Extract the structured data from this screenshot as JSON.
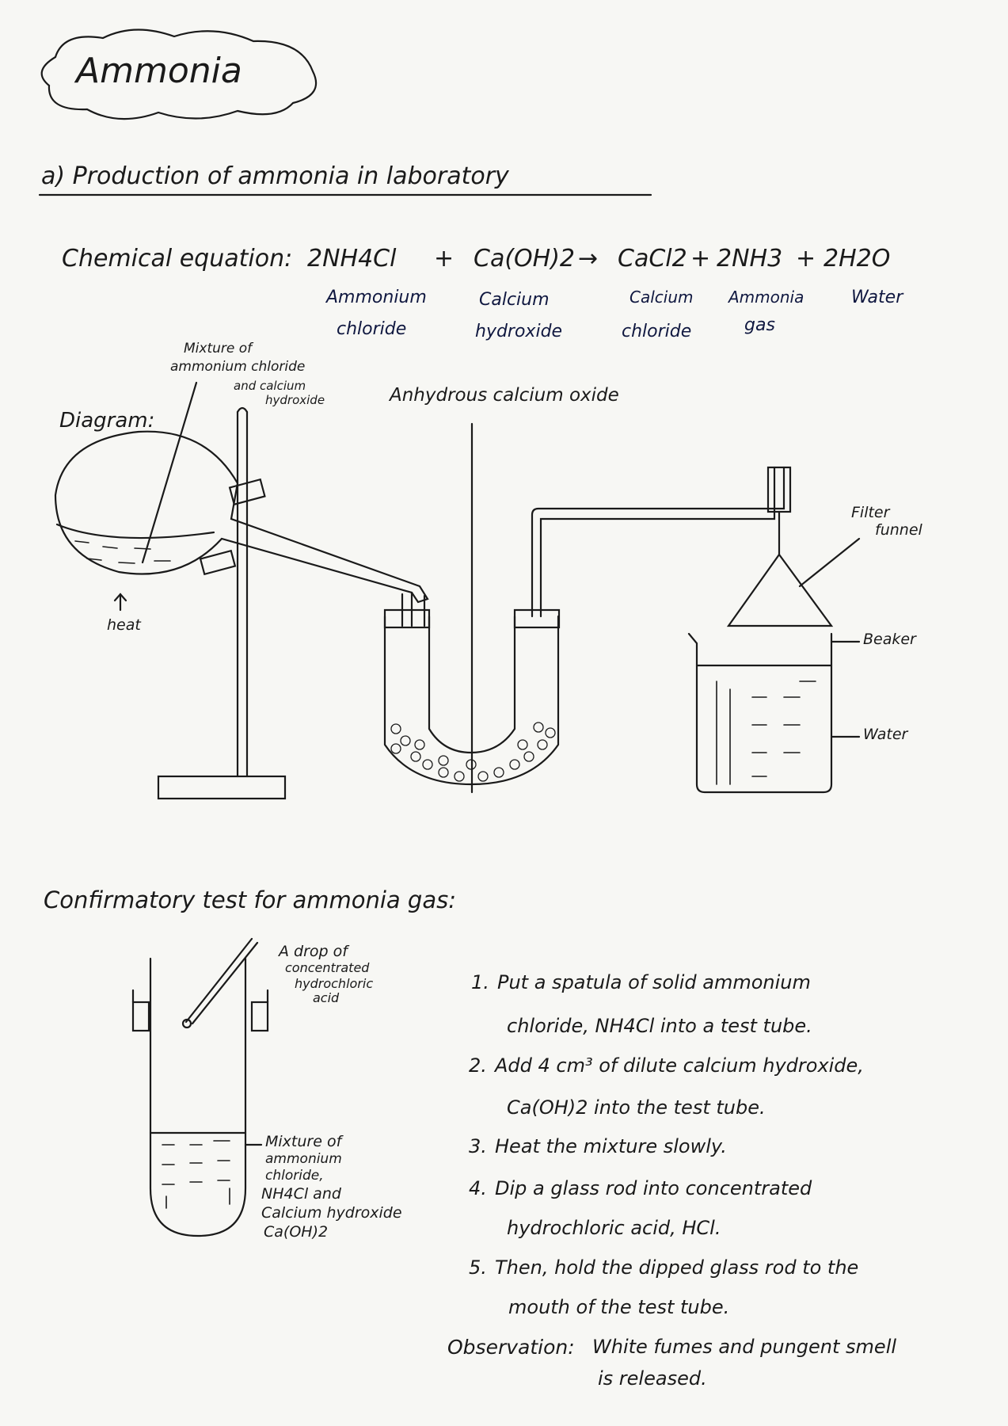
{
  "title": "Ammonia",
  "section_heading": "a) Production of ammonia in laboratory",
  "equation": {
    "label": "Chemical equation:",
    "reactant1": "2NH4Cl",
    "plus1": "+",
    "reactant2": "Ca(OH)2",
    "arrow": "→",
    "product1": "CaCl2",
    "plus2": "+",
    "product2": "2NH3",
    "plus3": "+",
    "product3": "2H2O",
    "names": [
      {
        "line1": "Ammonium",
        "line2": "chloride"
      },
      {
        "line1": "Calcium",
        "line2": "hydroxide"
      },
      {
        "line1": "Calcium",
        "line2": "chloride"
      },
      {
        "line1": "Ammonia",
        "line2": "gas"
      },
      {
        "line1": "Water",
        "line2": ""
      }
    ]
  },
  "diagram": {
    "label": "Diagram:",
    "mixture_label": [
      "Mixture of",
      "ammonium chloride",
      "and calcium",
      "hydroxide"
    ],
    "drying_agent_label": "Anhydrous calcium oxide",
    "heat_label": "heat",
    "filter_funnel_label": [
      "Filter",
      "funnel"
    ],
    "beaker_label": "Beaker",
    "water_label": "Water"
  },
  "confirmatory": {
    "heading": "Confirmatory test for ammonia gas:",
    "acid_label": [
      "A drop of",
      "concentrated",
      "hydrochloric",
      "acid"
    ],
    "mixture_label": [
      "Mixture of",
      "ammonium",
      "chloride,",
      "NH4Cl and",
      "Calcium hydroxide",
      "Ca(OH)2"
    ],
    "steps": [
      {
        "num": "1.",
        "line1": "Put a spatula of solid ammonium",
        "line2": "chloride, NH4Cl into a test tube."
      },
      {
        "num": "2.",
        "line1": "Add 4 cm³ of dilute calcium hydroxide,",
        "line2": "Ca(OH)2 into the test tube."
      },
      {
        "num": "3.",
        "line1": "Heat the mixture slowly.",
        "line2": ""
      },
      {
        "num": "4.",
        "line1": "Dip a glass rod into concentrated",
        "line2": "hydrochloric acid, HCl."
      },
      {
        "num": "5.",
        "line1": "Then, hold the dipped glass rod to the",
        "line2": "mouth of the test tube."
      }
    ],
    "observation_label": "Observation:",
    "observation_line1": "White fumes and pungent smell",
    "observation_line2": "is released."
  }
}
